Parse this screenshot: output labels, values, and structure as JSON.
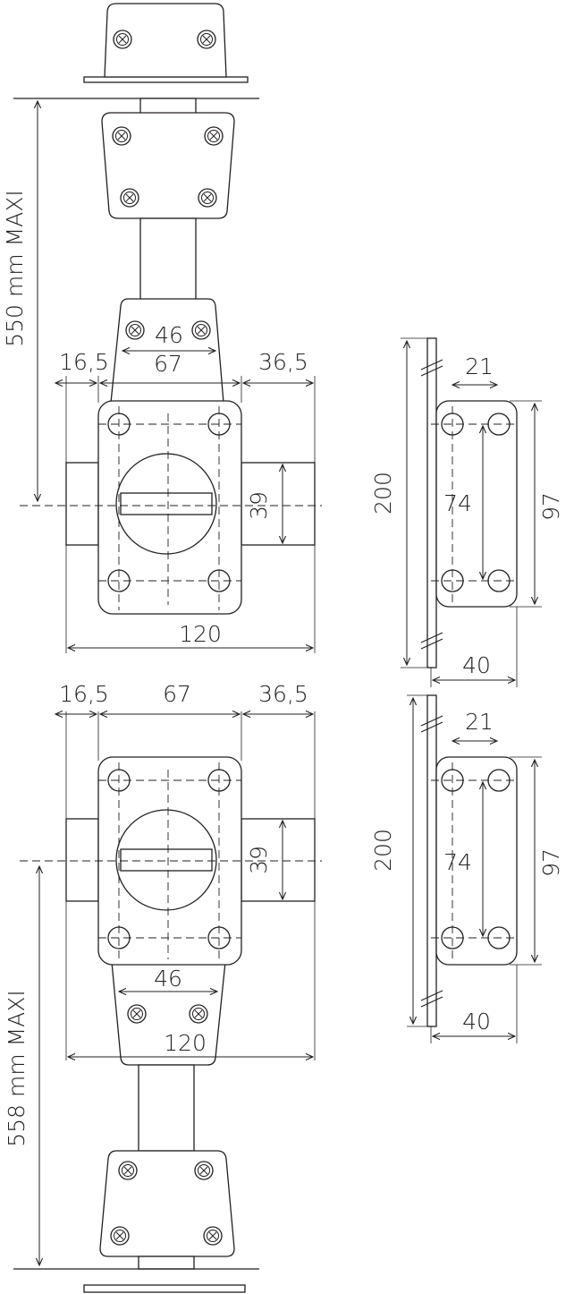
{
  "dimensions": {
    "top": {
      "rod_length": "550 mm MAXI",
      "left_offset": "16,5",
      "body_width": "67",
      "right_offset": "36,5",
      "screw_spacing": "46",
      "bolt_height": "39",
      "overall_width": "120"
    },
    "bottom": {
      "rod_length": "558 mm MAXI",
      "left_offset": "16,5",
      "body_width": "67",
      "right_offset": "36,5",
      "screw_spacing": "46",
      "bolt_height": "39",
      "overall_width": "120"
    },
    "strike_top": {
      "length": "200",
      "hole_spacing_x": "21",
      "hole_spacing_y": "74",
      "plate_height": "97",
      "width": "40"
    },
    "strike_bottom": {
      "length": "200",
      "hole_spacing_x": "21",
      "hole_spacing_y": "74",
      "plate_height": "97",
      "width": "40"
    }
  },
  "colors": {
    "line": "#231f20",
    "background": "#ffffff"
  }
}
